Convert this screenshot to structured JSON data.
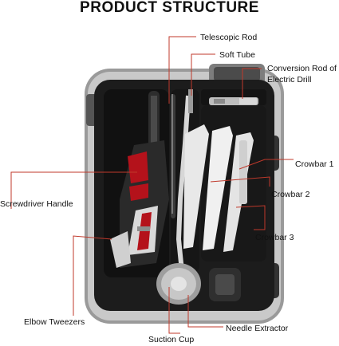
{
  "title": "PRODUCT STRUCTURE",
  "labels": {
    "telescopic_rod": "Telescopic Rod",
    "soft_tube": "Soft Tube",
    "conversion_rod_line1": "Conversion Rod of",
    "conversion_rod_line2": "Electric Drill",
    "crowbar_1": "Crowbar 1",
    "crowbar_2": "Crowbar 2",
    "crowbar_3": "Crowbar 3",
    "screwdriver_handle": "Screwdriver Handle",
    "elbow_tweezers": "Elbow Tweezers",
    "suction_cup": "Suction Cup",
    "needle_extractor": "Needle Extractor"
  },
  "colors": {
    "callout_line": "#c0392b",
    "case_shell": "#8d8d8d",
    "case_tray": "#1c1c1c",
    "accent_red": "#b4121b",
    "tool_white": "#e8e8e8"
  }
}
